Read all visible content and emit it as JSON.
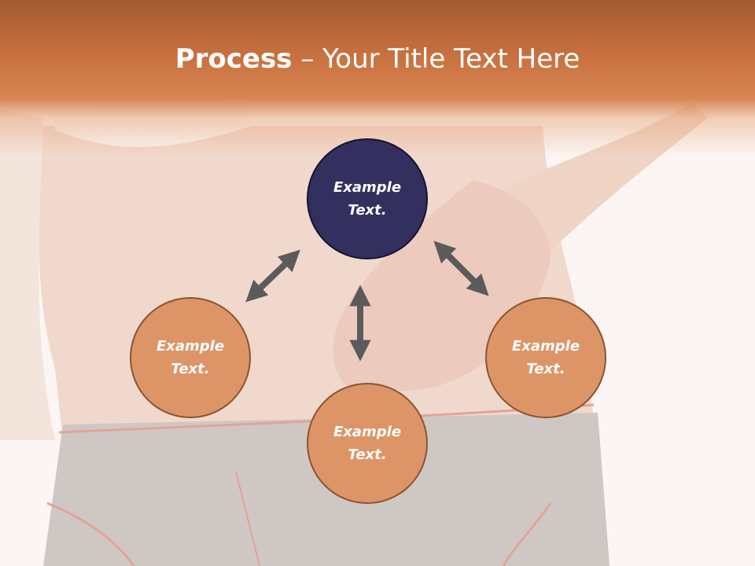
{
  "slide": {
    "title_bold": "Process",
    "title_rest": " – Your Title Text Here"
  },
  "nodes": {
    "top": {
      "line1": "Example",
      "line2": "Text."
    },
    "left": {
      "line1": "Example",
      "line2": "Text."
    },
    "right": {
      "line1": "Example",
      "line2": "Text."
    },
    "bottom": {
      "line1": "Example",
      "line2": "Text."
    }
  },
  "colors": {
    "header": "#c8703f",
    "node_orange": "#dd9568",
    "node_navy": "#33305f",
    "arrow": "#5b5b5b"
  },
  "icons": [
    "double-arrow-icon"
  ]
}
